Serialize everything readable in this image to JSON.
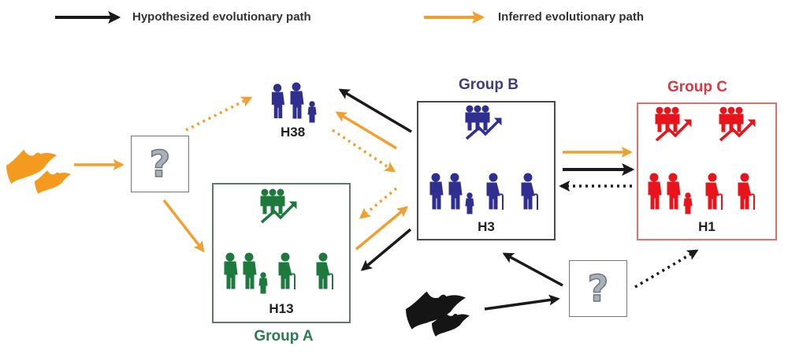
{
  "legend": {
    "items": [
      {
        "label": "Hypothesized evolutionary path",
        "color": "#1a1a1a"
      },
      {
        "label": "Inferred evolutionary path",
        "color": "#f0a030"
      }
    ]
  },
  "colors": {
    "group_a": "#1e7a3c",
    "group_b": "#2f2f8f",
    "group_c": "#e8141c",
    "hypothesized": "#1a1a1a",
    "inferred": "#f0a030",
    "orange_bat": "#f39a1f",
    "black_bat": "#151515",
    "box_border": "#555555",
    "group_c_border": "#e07070"
  },
  "nodes": {
    "h38": {
      "label": "H38",
      "icon": "family-icon"
    },
    "group_a": {
      "title": "Group A",
      "label": "H13",
      "icon": "population-growth-icon"
    },
    "group_b": {
      "title": "Group B",
      "label": "H3",
      "icon": "population-growth-icon"
    },
    "group_c": {
      "title": "Group C",
      "label": "H1",
      "icon": "population-growth-icon"
    },
    "unknown_left": {
      "label": "?",
      "icon": "question-mark-icon"
    },
    "unknown_right": {
      "label": "?",
      "icon": "question-mark-icon"
    },
    "bats_orange": {
      "icon": "bat-icon"
    },
    "bats_black": {
      "icon": "bat-icon"
    }
  },
  "edges": [
    {
      "from": "bats_orange",
      "to": "unknown_left",
      "type": "inferred",
      "style": "solid"
    },
    {
      "from": "unknown_left",
      "to": "h38",
      "type": "inferred",
      "style": "dotted"
    },
    {
      "from": "unknown_left",
      "to": "group_a",
      "type": "inferred",
      "style": "solid"
    },
    {
      "from": "group_b",
      "to": "h38",
      "type": "hypothesized",
      "style": "solid"
    },
    {
      "from": "group_b",
      "to": "h38",
      "type": "inferred",
      "style": "solid"
    },
    {
      "from": "h38",
      "to": "group_b",
      "type": "inferred",
      "style": "dotted"
    },
    {
      "from": "group_b",
      "to": "group_a",
      "type": "inferred",
      "style": "dotted"
    },
    {
      "from": "group_a",
      "to": "group_b",
      "type": "inferred",
      "style": "solid"
    },
    {
      "from": "group_b",
      "to": "group_a",
      "type": "hypothesized",
      "style": "solid"
    },
    {
      "from": "group_b",
      "to": "group_c",
      "type": "inferred",
      "style": "solid"
    },
    {
      "from": "group_b",
      "to": "group_c",
      "type": "hypothesized",
      "style": "solid"
    },
    {
      "from": "group_c",
      "to": "group_b",
      "type": "hypothesized",
      "style": "dotted"
    },
    {
      "from": "bats_black",
      "to": "unknown_right",
      "type": "hypothesized",
      "style": "solid"
    },
    {
      "from": "unknown_right",
      "to": "group_b",
      "type": "hypothesized",
      "style": "solid"
    },
    {
      "from": "unknown_right",
      "to": "group_c",
      "type": "hypothesized",
      "style": "dotted"
    }
  ]
}
